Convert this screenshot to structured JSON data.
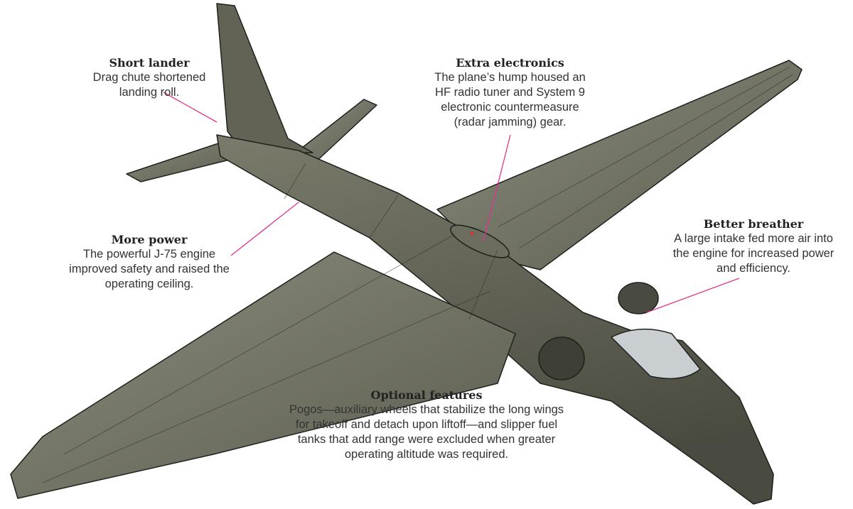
{
  "colors": {
    "leader_line": "#e0338f",
    "plane_body": "#5e5f52",
    "plane_light": "#7f8170",
    "outline": "#1f201b"
  },
  "callouts": [
    {
      "id": "short-lander",
      "title": "Short lander",
      "body": "Drag chute shortened landing roll."
    },
    {
      "id": "extra-electronics",
      "title": "Extra electronics",
      "body": "The plane’s hump housed an HF radio tuner and System 9 electronic countermeasure (radar jamming) gear."
    },
    {
      "id": "more-power",
      "title": "More power",
      "body": "The powerful J-75 engine improved safety and raised the operating ceiling."
    },
    {
      "id": "better-breather",
      "title": "Better breather",
      "body": "A large intake fed more air into the engine for increased power and efficiency."
    },
    {
      "id": "optional-features",
      "title": "Optional features",
      "body": "Pogos—auxiliary wheels that stabilize the long wings for takeoff and detach upon liftoff—and slipper fuel tanks that add range were excluded when greater operating altitude was required."
    }
  ]
}
